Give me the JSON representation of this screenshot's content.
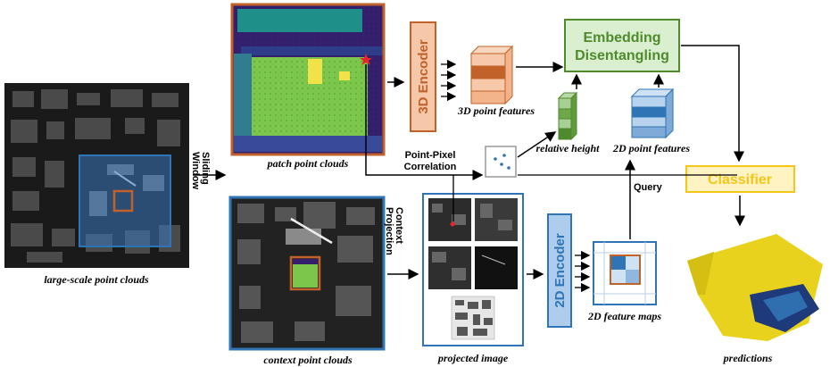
{
  "diagram": {
    "large_caption": "large-scale point clouds",
    "sliding_window": [
      "Sliding",
      "Window"
    ],
    "patch_caption": "patch point clouds",
    "context_caption": "context point clouds",
    "encoder3d_label": "3D Encoder",
    "point_features_3d_caption": "3D point features",
    "embedding_label": [
      "Embedding",
      "Disentangling"
    ],
    "relative_height_caption": "relative height",
    "point_features_2d_caption": "2D point features",
    "correlation_label": [
      "Point-Pixel",
      "Correlation"
    ],
    "query_label": "Query",
    "context_projection": [
      "Context",
      "Projection"
    ],
    "projected_caption": "projected image",
    "encoder2d_label": "2D Encoder",
    "feature_maps_caption": "2D feature maps",
    "classifier_label": "Classifier",
    "predictions_caption": "predictions"
  },
  "colors": {
    "orange": "#c0622a",
    "blue": "#2f74b5",
    "green": "#4f8a2c",
    "yellow": "#f5c518"
  }
}
